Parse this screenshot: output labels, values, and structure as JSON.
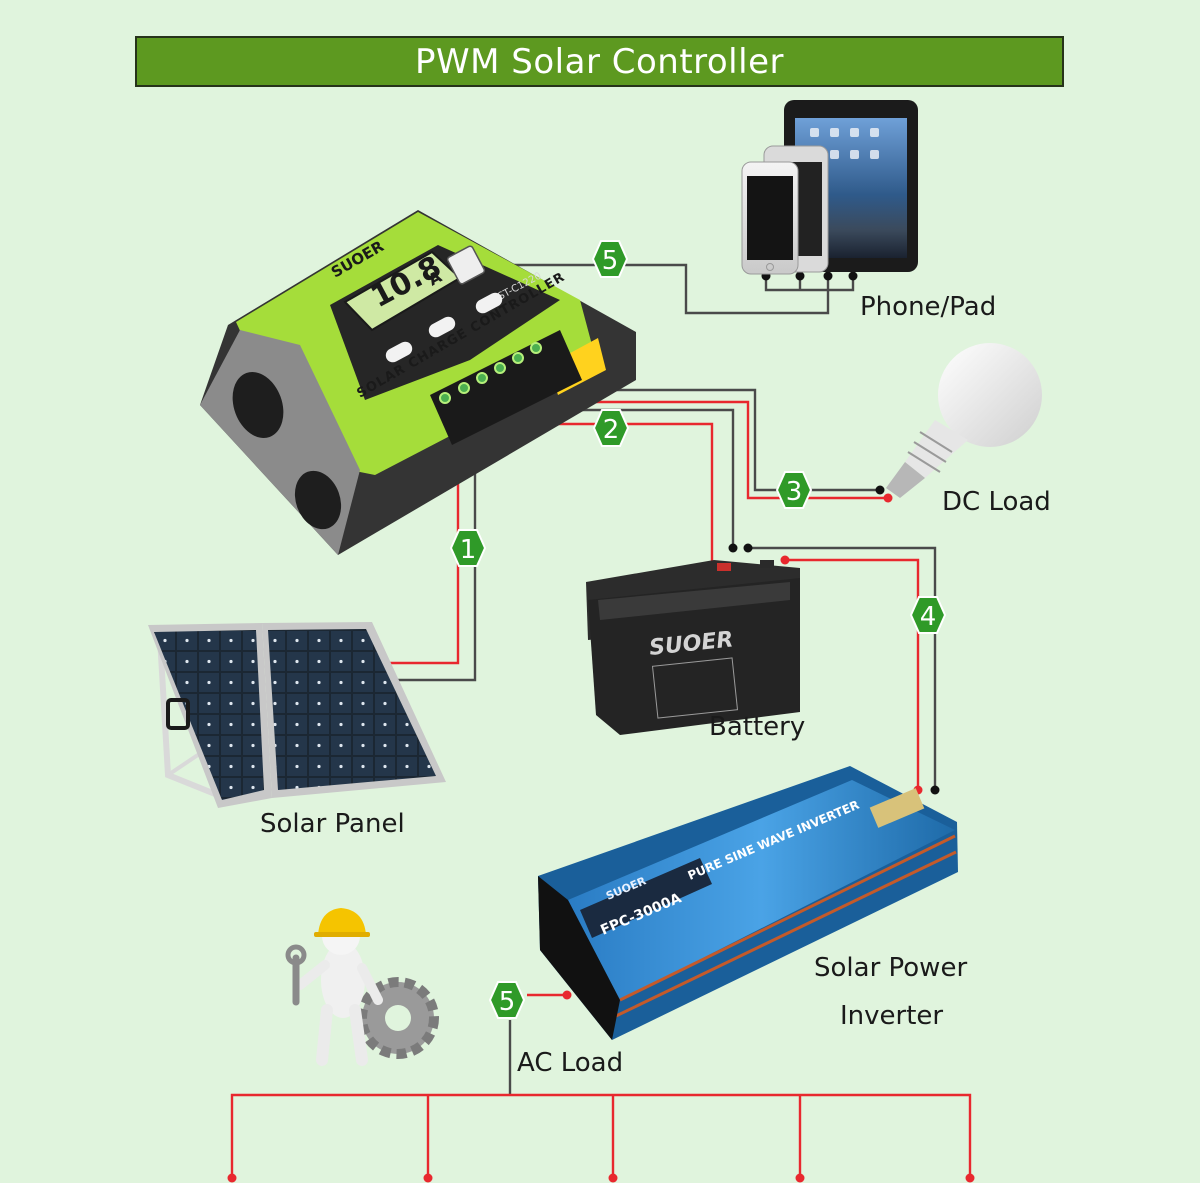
{
  "title": "PWM Solar Controller",
  "colors": {
    "background": "#e0f4dd",
    "title_bar": "#5d9920",
    "positive_wire": "#e8282e",
    "negative_wire": "#4a4a4a",
    "badge": "#2f9a28"
  },
  "components": {
    "controller": {
      "brand": "SUOER",
      "model": "ST-C1220",
      "display_value": "10.8",
      "display_unit": "A",
      "text": "SOLAR CHARGE CONTROLLER"
    },
    "phone_pad": {
      "label": "Phone/Pad"
    },
    "dc_load": {
      "label": "DC Load"
    },
    "battery": {
      "label": "Battery",
      "brand": "SUOER"
    },
    "solar_panel": {
      "label": "Solar Panel"
    },
    "inverter": {
      "label_line1": "Solar Power",
      "label_line2": "Inverter",
      "brand": "SUOER",
      "model": "FPC-3000A",
      "text": "PURE SINE WAVE INVERTER"
    },
    "ac_load": {
      "label": "AC Load"
    }
  },
  "badges": [
    {
      "id": "usb",
      "number": "5"
    },
    {
      "id": "battery",
      "number": "2"
    },
    {
      "id": "dc-load",
      "number": "3"
    },
    {
      "id": "solar-panel",
      "number": "1"
    },
    {
      "id": "inverter",
      "number": "4"
    },
    {
      "id": "ac-load",
      "number": "5"
    }
  ]
}
